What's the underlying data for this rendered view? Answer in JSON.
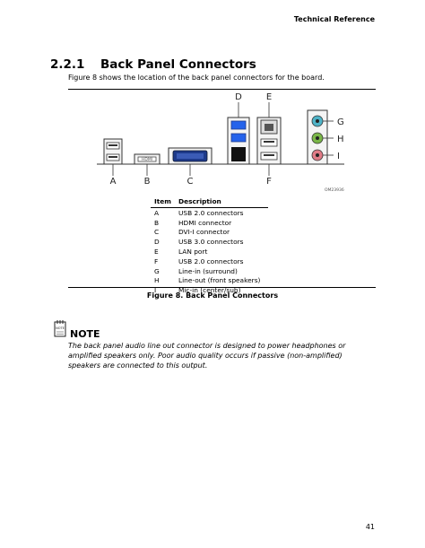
{
  "header": {
    "section_label": "Technical Reference"
  },
  "section": {
    "number": "2.2.1",
    "title": "Back Panel Connectors",
    "intro": "Figure 8 shows the location of the back panel connectors for the board."
  },
  "figure": {
    "callouts": [
      "A",
      "B",
      "C",
      "D",
      "E",
      "F",
      "G",
      "H",
      "I"
    ],
    "drawing_code": "OM23936",
    "hdmi_label": "HDMI"
  },
  "table": {
    "headers": {
      "item": "Item",
      "description": "Description"
    },
    "rows": [
      {
        "item": "A",
        "description": "USB 2.0 connectors"
      },
      {
        "item": "B",
        "description": "HDMI connector"
      },
      {
        "item": "C",
        "description": "DVI-I connector"
      },
      {
        "item": "D",
        "description": "USB 3.0 connectors"
      },
      {
        "item": "E",
        "description": "LAN port"
      },
      {
        "item": "F",
        "description": "USB 2.0 connectors"
      },
      {
        "item": "G",
        "description": "Line-in (surround)"
      },
      {
        "item": "H",
        "description": "Line-out (front speakers)"
      },
      {
        "item": "I",
        "description": "Mic-in (center/sub)"
      }
    ]
  },
  "caption": "Figure 8.  Back Panel Connectors",
  "note": {
    "title": "NOTE",
    "icon_label": "NOTE",
    "body": "The back panel audio line out connector is designed to power headphones or amplified speakers only.  Poor audio quality occurs if passive (non-amplified) speakers are connected to this output."
  },
  "footer": {
    "page_number": "41"
  }
}
